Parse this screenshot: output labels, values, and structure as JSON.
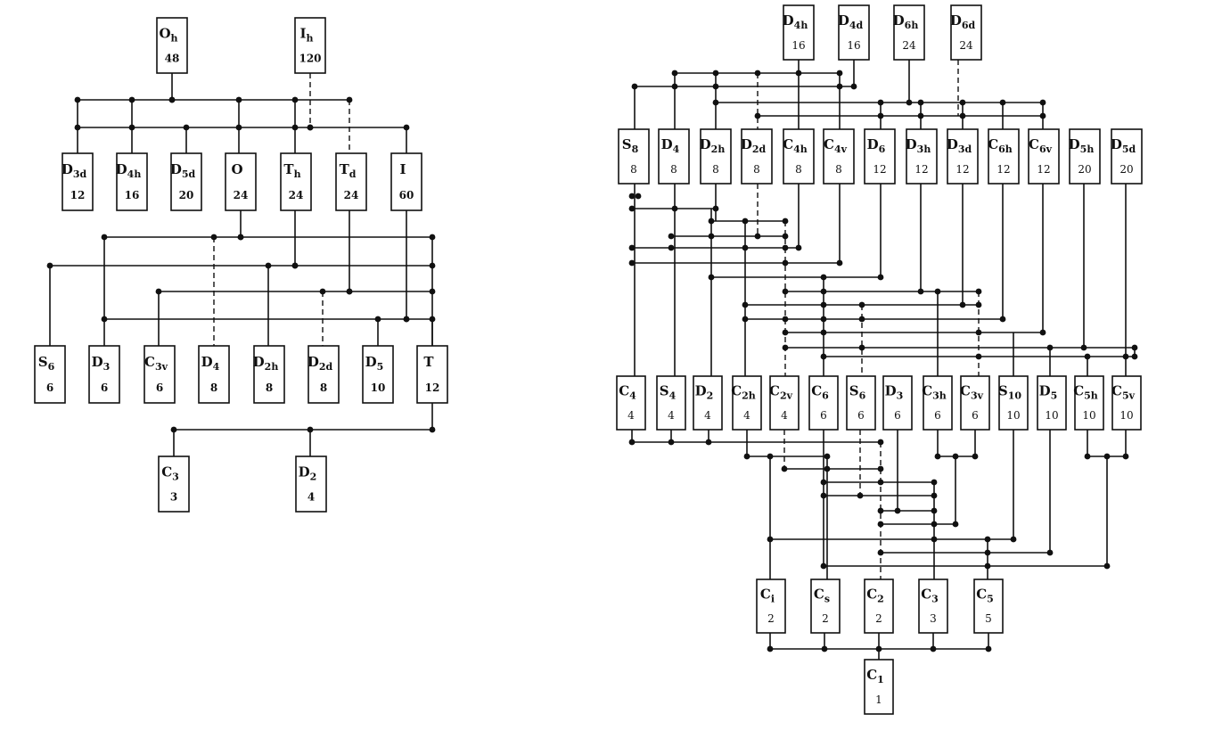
{
  "left_diagram": {
    "nodes": [
      {
        "id": "Oh",
        "sym": "O",
        "sub": "h",
        "order": "48"
      },
      {
        "id": "Ih",
        "sym": "I",
        "sub": "h",
        "order": "120"
      },
      {
        "id": "D3d",
        "sym": "D",
        "sub": "3d",
        "order": "12"
      },
      {
        "id": "D4h",
        "sym": "D",
        "sub": "4h",
        "order": "16"
      },
      {
        "id": "D5d",
        "sym": "D",
        "sub": "5d",
        "order": "20"
      },
      {
        "id": "O",
        "sym": "O",
        "sub": "",
        "order": "24"
      },
      {
        "id": "Th",
        "sym": "T",
        "sub": "h",
        "order": "24"
      },
      {
        "id": "Td",
        "sym": "T",
        "sub": "d",
        "order": "24"
      },
      {
        "id": "I",
        "sym": "I",
        "sub": "",
        "order": "60"
      },
      {
        "id": "S6",
        "sym": "S",
        "sub": "6",
        "order": "6"
      },
      {
        "id": "D3",
        "sym": "D",
        "sub": "3",
        "order": "6"
      },
      {
        "id": "C3v",
        "sym": "C",
        "sub": "3v",
        "order": "6"
      },
      {
        "id": "D4",
        "sym": "D",
        "sub": "4",
        "order": "8"
      },
      {
        "id": "D2h",
        "sym": "D",
        "sub": "2h",
        "order": "8"
      },
      {
        "id": "D2d",
        "sym": "D",
        "sub": "2d",
        "order": "8"
      },
      {
        "id": "D5",
        "sym": "D",
        "sub": "5",
        "order": "10"
      },
      {
        "id": "T",
        "sym": "T",
        "sub": "",
        "order": "12"
      },
      {
        "id": "C3",
        "sym": "C",
        "sub": "3",
        "order": "3"
      },
      {
        "id": "D2",
        "sym": "D",
        "sub": "2",
        "order": "4"
      }
    ]
  },
  "right_diagram": {
    "nodes": [
      {
        "id": "D4h",
        "sym": "D",
        "sub": "4h",
        "order": "16"
      },
      {
        "id": "D4d",
        "sym": "D",
        "sub": "4d",
        "order": "16"
      },
      {
        "id": "D6h",
        "sym": "D",
        "sub": "6h",
        "order": "24"
      },
      {
        "id": "D6d",
        "sym": "D",
        "sub": "6d",
        "order": "24"
      },
      {
        "id": "S8",
        "sym": "S",
        "sub": "8",
        "order": "8"
      },
      {
        "id": "D4",
        "sym": "D",
        "sub": "4",
        "order": "8"
      },
      {
        "id": "D2h",
        "sym": "D",
        "sub": "2h",
        "order": "8"
      },
      {
        "id": "D2d",
        "sym": "D",
        "sub": "2d",
        "order": "8"
      },
      {
        "id": "C4h",
        "sym": "C",
        "sub": "4h",
        "order": "8"
      },
      {
        "id": "C4v",
        "sym": "C",
        "sub": "4v",
        "order": "8"
      },
      {
        "id": "D6",
        "sym": "D",
        "sub": "6",
        "order": "12"
      },
      {
        "id": "D3h",
        "sym": "D",
        "sub": "3h",
        "order": "12"
      },
      {
        "id": "D3d",
        "sym": "D",
        "sub": "3d",
        "order": "12"
      },
      {
        "id": "C6h",
        "sym": "C",
        "sub": "6h",
        "order": "12"
      },
      {
        "id": "C6v",
        "sym": "C",
        "sub": "6v",
        "order": "12"
      },
      {
        "id": "D5h",
        "sym": "D",
        "sub": "5h",
        "order": "20"
      },
      {
        "id": "D5d",
        "sym": "D",
        "sub": "5d",
        "order": "20"
      },
      {
        "id": "C4",
        "sym": "C",
        "sub": "4",
        "order": "4"
      },
      {
        "id": "S4",
        "sym": "S",
        "sub": "4",
        "order": "4"
      },
      {
        "id": "D2",
        "sym": "D",
        "sub": "2",
        "order": "4"
      },
      {
        "id": "C2h",
        "sym": "C",
        "sub": "2h",
        "order": "4"
      },
      {
        "id": "C2v",
        "sym": "C",
        "sub": "2v",
        "order": "4"
      },
      {
        "id": "C6",
        "sym": "C",
        "sub": "6",
        "order": "6"
      },
      {
        "id": "S6",
        "sym": "S",
        "sub": "6",
        "order": "6"
      },
      {
        "id": "D3",
        "sym": "D",
        "sub": "3",
        "order": "6"
      },
      {
        "id": "C3h",
        "sym": "C",
        "sub": "3h",
        "order": "6"
      },
      {
        "id": "C3v",
        "sym": "C",
        "sub": "3v",
        "order": "6"
      },
      {
        "id": "S10",
        "sym": "S",
        "sub": "10",
        "order": "10"
      },
      {
        "id": "D5",
        "sym": "D",
        "sub": "5",
        "order": "10"
      },
      {
        "id": "C5h",
        "sym": "C",
        "sub": "5h",
        "order": "10"
      },
      {
        "id": "C5v",
        "sym": "C",
        "sub": "5v",
        "order": "10"
      },
      {
        "id": "Ci",
        "sym": "C",
        "sub": "i",
        "order": "2"
      },
      {
        "id": "Cs",
        "sym": "C",
        "sub": "s",
        "order": "2"
      },
      {
        "id": "C2",
        "sym": "C",
        "sub": "2",
        "order": "2"
      },
      {
        "id": "C3",
        "sym": "C",
        "sub": "3",
        "order": "3"
      },
      {
        "id": "C5",
        "sym": "C",
        "sub": "5",
        "order": "5"
      },
      {
        "id": "C1",
        "sym": "C",
        "sub": "1",
        "order": "1"
      }
    ]
  }
}
